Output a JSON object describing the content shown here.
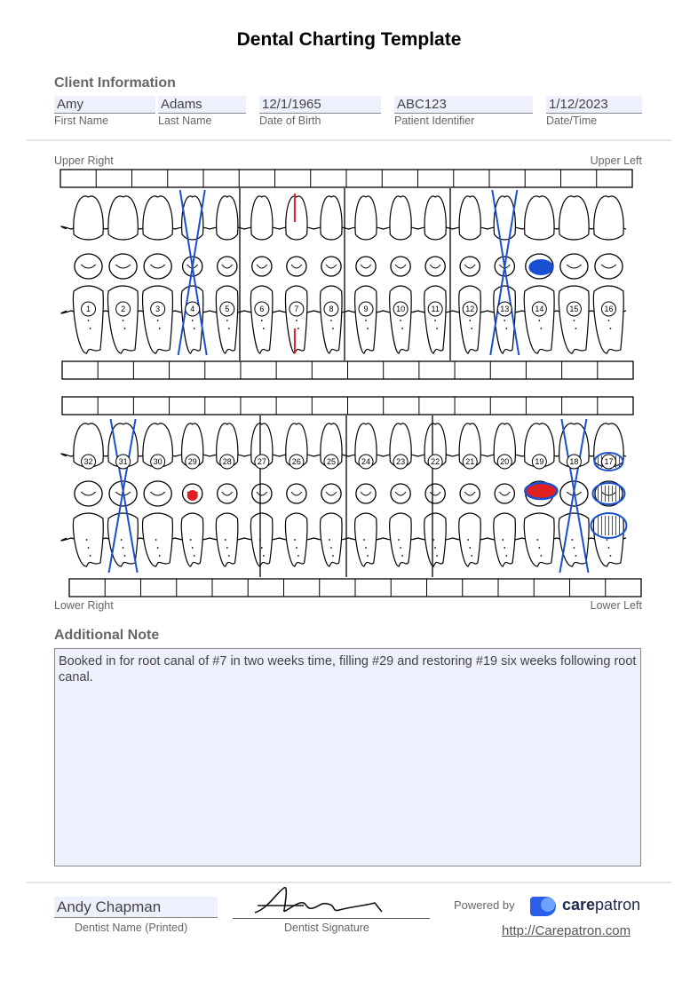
{
  "title": "Dental Charting Template",
  "client_info": {
    "heading": "Client Information",
    "first_name": {
      "value": "Amy",
      "label": "First Name"
    },
    "last_name": {
      "value": "Adams",
      "label": "Last Name"
    },
    "dob": {
      "value": "12/1/1965",
      "label": "Date of Birth"
    },
    "patient_id": {
      "value": "ABC123",
      "label": "Patient Identifier"
    },
    "date": {
      "value": "1/12/2023",
      "label": "Date/Time"
    }
  },
  "chart": {
    "upper_right": "Upper Right",
    "upper_left": "Upper Left",
    "lower_right": "Lower Right",
    "lower_left": "Lower Left",
    "upper_numbers": [
      "1",
      "2",
      "3",
      "4",
      "5",
      "6",
      "7",
      "8",
      "9",
      "10",
      "11",
      "12",
      "13",
      "14",
      "15",
      "16"
    ],
    "lower_numbers": [
      "32",
      "31",
      "30",
      "29",
      "28",
      "27",
      "26",
      "25",
      "24",
      "23",
      "22",
      "21",
      "20",
      "19",
      "18",
      "17"
    ]
  },
  "note": {
    "heading": "Additional Note",
    "text": "Booked in for root canal of #7 in two weeks time, filling #29 and restoring #19 six weeks following root canal."
  },
  "footer": {
    "dentist_name": "Andy Chapman",
    "dentist_name_label": "Dentist Name (Printed)",
    "signature_label": "Dentist Signature",
    "powered_by": "Powered by",
    "brand_care": "care",
    "brand_patron": "patron",
    "url": "http://Carepatron.com"
  },
  "colors": {
    "marking_blue": "#1a4fd1",
    "marking_red": "#e02020",
    "field_bg": "#eef1fd"
  }
}
